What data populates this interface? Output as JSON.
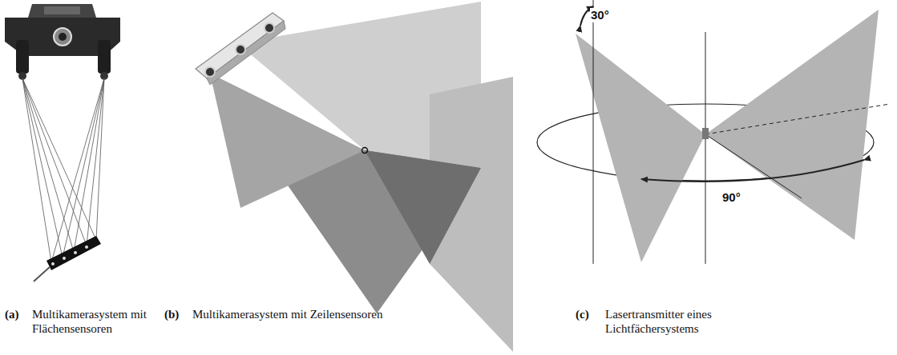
{
  "diagram": {
    "labels": [
      "30°",
      "90°",
      "(a)",
      "Multikamerasystem mit Flächensensoren",
      "(b)",
      "Multikamerasystem mit Zeilensensoren",
      "(c)",
      "Lasertransmitter eines Lichtfächersystems"
    ]
  }
}
